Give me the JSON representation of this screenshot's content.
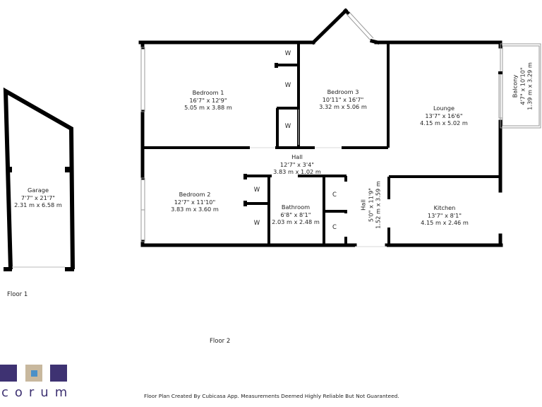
{
  "floors": [
    {
      "label": "Floor 1"
    },
    {
      "label": "Floor 2"
    }
  ],
  "rooms": {
    "garage": {
      "name": "Garage",
      "imperial": "7'7\" x 21'7\"",
      "metric": "2.31 m x 6.58 m"
    },
    "bedroom1": {
      "name": "Bedroom 1",
      "imperial": "16'7\" x 12'9\"",
      "metric": "5.05 m x 3.88 m"
    },
    "bedroom2": {
      "name": "Bedroom 2",
      "imperial": "12'7\" x 11'10\"",
      "metric": "3.83 m x 3.60 m"
    },
    "bedroom3": {
      "name": "Bedroom 3",
      "imperial": "10'11\" x 16'7\"",
      "metric": "3.32 m x 5.06 m"
    },
    "lounge": {
      "name": "Lounge",
      "imperial": "13'7\" x 16'6\"",
      "metric": "4.15 m x 5.02 m"
    },
    "balcony": {
      "name": "Balcony",
      "imperial": "4'7\" x 10'10\"",
      "metric": "1.39 m x 3.29 m"
    },
    "hall1": {
      "name": "Hall",
      "imperial": "12'7\" x 3'4\"",
      "metric": "3.83 m x 1.02 m"
    },
    "hall2": {
      "name": "Hall",
      "imperial": "5'0\" x 11'9\"",
      "metric": "1.52 m x 3.59 m"
    },
    "bathroom": {
      "name": "Bathroom",
      "imperial": "6'8\" x 8'1\"",
      "metric": "2.03 m x 2.48 m"
    },
    "kitchen": {
      "name": "Kitchen",
      "imperial": "13'7\" x 8'1\"",
      "metric": "4.15 m x 2.46 m"
    }
  },
  "storage_labels": {
    "wardrobe": "W",
    "cupboard": "C"
  },
  "branding": {
    "logo_text": "corum",
    "colors": {
      "dark": "#3e3272",
      "tan": "#c8b89e",
      "blue": "#4a90c8"
    }
  },
  "disclaimer": "Floor Plan Created By Cubicasa App. Measurements Deemed Highly Reliable But Not Guaranteed.",
  "colors": {
    "wall": "#000000",
    "window": "#9a9a9a",
    "background": "#ffffff"
  }
}
